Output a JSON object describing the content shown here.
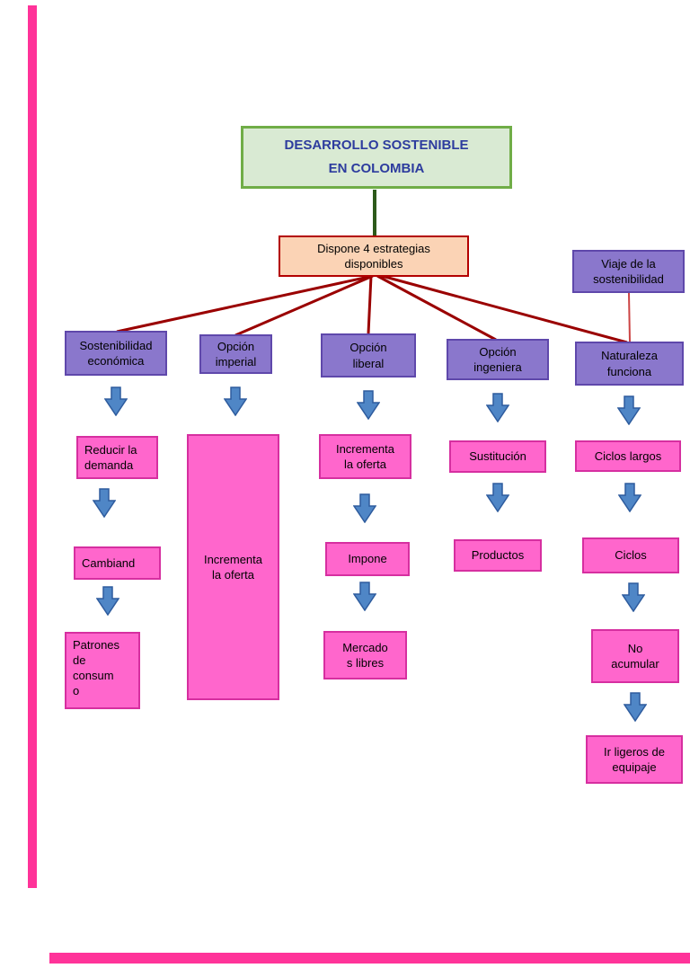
{
  "colors": {
    "accent-pink": "#ff3399",
    "node-pink": "#ff66cc",
    "node-pink-border": "#d62fa0",
    "node-purple": "#8a77cc",
    "node-purple-border": "#5f48ab",
    "title-green-fill": "#d9ead3",
    "title-green-border": "#70ad47",
    "title-text-blue": "#2d3c9e",
    "root-orange-fill": "#fbd3b5",
    "root-orange-border": "#b30000",
    "connector-red": "#9a0000",
    "connector-green": "#2d5a1b",
    "connector-light-red": "#cc4444",
    "arrow-blue": "#4f86c6",
    "arrow-blue-border": "#2e5c9e"
  },
  "title": "DESARROLLO SOSTENIBLE\nEN COLOMBIA",
  "root": "Dispone 4 estrategias\ndisponibles",
  "side_note": "Viaje de la\nsostenibilidad",
  "strategies": [
    "Sostenibilidad\neconómica",
    "Opción\nimperial",
    "Opción\nliberal",
    "Opción\ningeniera",
    "Naturaleza\nfunciona"
  ],
  "col_economica": [
    "Reducir la\ndemanda",
    "Cambiand",
    "Patrones\nde\nconsum\no"
  ],
  "col_imperial": [
    "Incrementa\nla oferta"
  ],
  "col_liberal": [
    "Incrementa\nla oferta",
    "Impone",
    "Mercado\ns libres"
  ],
  "col_ingeniera": [
    "Sustitución",
    "Productos"
  ],
  "col_naturaleza": [
    "Ciclos largos",
    "Ciclos",
    "No\nacumular",
    "Ir ligeros de\nequipaje"
  ]
}
